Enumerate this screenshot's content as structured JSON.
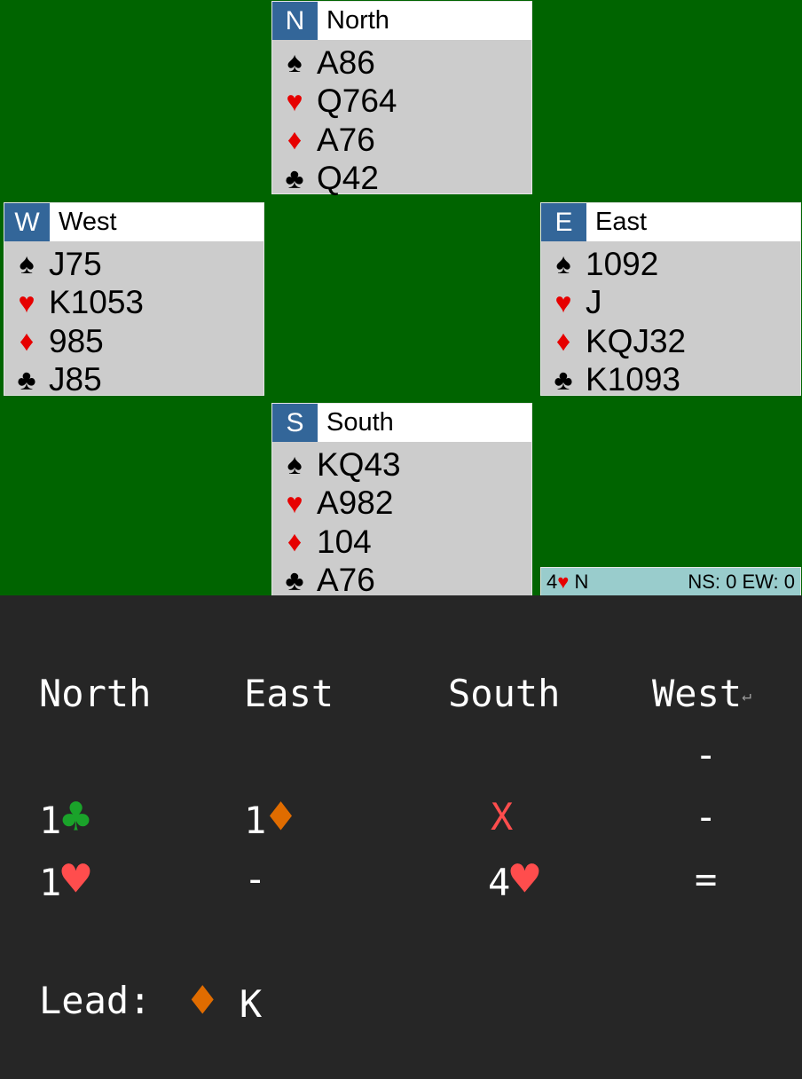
{
  "hands": {
    "north": {
      "seat": "N",
      "name": "North",
      "spades": "A86",
      "hearts": "Q764",
      "diamonds": "A76",
      "clubs": "Q42"
    },
    "west": {
      "seat": "W",
      "name": "West",
      "spades": "J75",
      "hearts": "K1053",
      "diamonds": "985",
      "clubs": "J85"
    },
    "east": {
      "seat": "E",
      "name": "East",
      "spades": "1092",
      "hearts": "J",
      "diamonds": "KQJ32",
      "clubs": "K1093"
    },
    "south": {
      "seat": "S",
      "name": "South",
      "spades": "KQ43",
      "hearts": "A982",
      "diamonds": "104",
      "clubs": "A76"
    }
  },
  "suit_symbols": {
    "spade": "♠",
    "heart": "♥",
    "diamond": "♦",
    "club": "♣"
  },
  "status": {
    "contract_level": "4",
    "contract_suit": "♥",
    "declarer": "N",
    "score": "NS: 0 EW: 0"
  },
  "bidding": {
    "headers": [
      "North",
      "East",
      "South",
      "West"
    ],
    "return_mark": "↵",
    "rows": [
      {
        "west": "-"
      },
      {
        "north_level": "1",
        "north_suit": "♣",
        "east_level": "1",
        "east_suit": "♦",
        "south": "X",
        "west": "-"
      },
      {
        "north_level": "1",
        "north_suit": "♥",
        "east": "-",
        "south_level": "4",
        "south_suit": "♥",
        "west": "="
      }
    ],
    "lead_label": "Lead:",
    "lead_suit": "♦",
    "lead_card": "K"
  },
  "colors": {
    "table": "#006400",
    "hand_bg": "#cccccc",
    "seat_bg": "#336699",
    "status_bg": "#99cccc",
    "panel_bg": "#262626",
    "club_green": "#1aa32a",
    "heart_red": "#ff4d4d",
    "diamond_orange": "#e06c00"
  }
}
